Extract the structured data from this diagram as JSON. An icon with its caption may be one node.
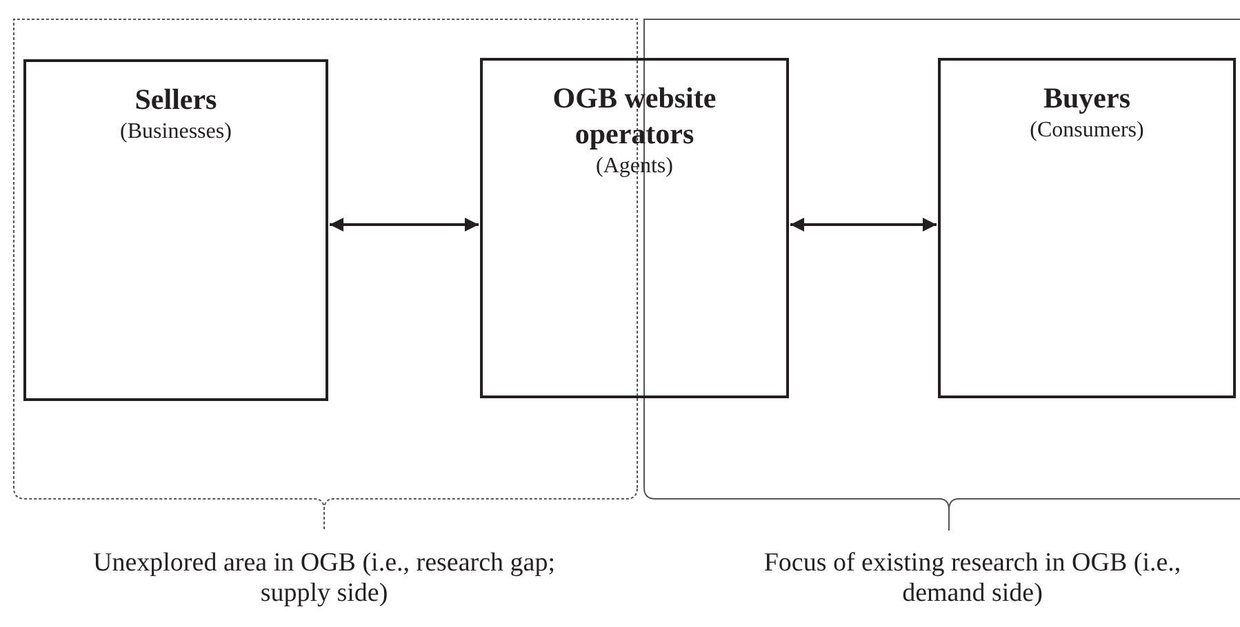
{
  "diagram": {
    "nodes": [
      {
        "text": [
          "Sellers",
          "(Businesses)"
        ]
      },
      {
        "text": [
          "OGB website operators",
          "(Agents)"
        ]
      },
      {
        "text": [
          "Buyers",
          "(Consumers)"
        ]
      }
    ],
    "edges": [
      {
        "from": 0,
        "to": 1,
        "arrow": "both"
      },
      {
        "from": 1,
        "to": 2,
        "arrow": "both"
      }
    ],
    "labels": [
      "Unexplored area in OGB (i.e., research gap; supply side)",
      "Focus of existing research in OGB (i.e., demand side)"
    ]
  }
}
